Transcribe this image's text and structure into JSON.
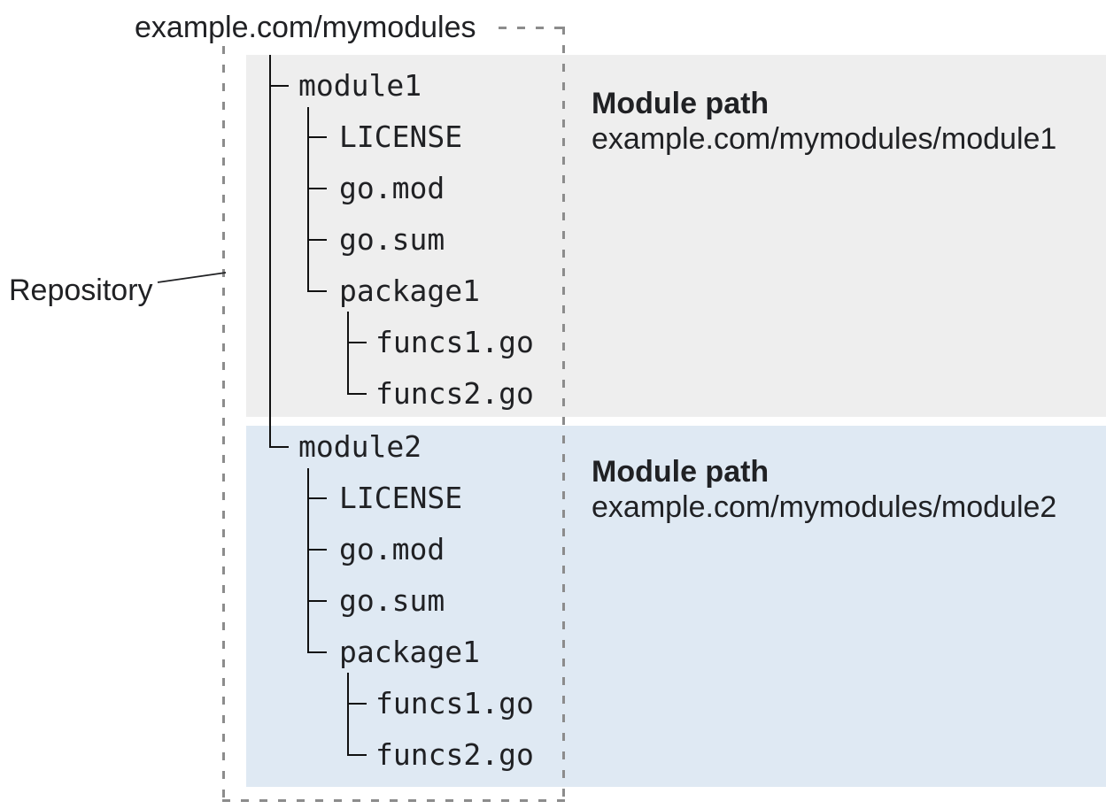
{
  "title": {
    "repo_root": "example.com/mymodules"
  },
  "repository": {
    "label": "Repository"
  },
  "modules": [
    {
      "name": "module1",
      "files": [
        "LICENSE",
        "go.mod",
        "go.sum",
        "package1"
      ],
      "package_files": [
        "funcs1.go",
        "funcs2.go"
      ],
      "path_heading": "Module path",
      "path_value": "example.com/mymodules/module1"
    },
    {
      "name": "module2",
      "files": [
        "LICENSE",
        "go.mod",
        "go.sum",
        "package1"
      ],
      "package_files": [
        "funcs1.go",
        "funcs2.go"
      ],
      "path_heading": "Module path",
      "path_value": "example.com/mymodules/module2"
    }
  ],
  "colors": {
    "module1_bg": "#eeeeee",
    "module2_bg": "#dfe9f3",
    "dotted_border": "#8c8c8c",
    "tree_line": "#111111",
    "text": "#202124"
  }
}
